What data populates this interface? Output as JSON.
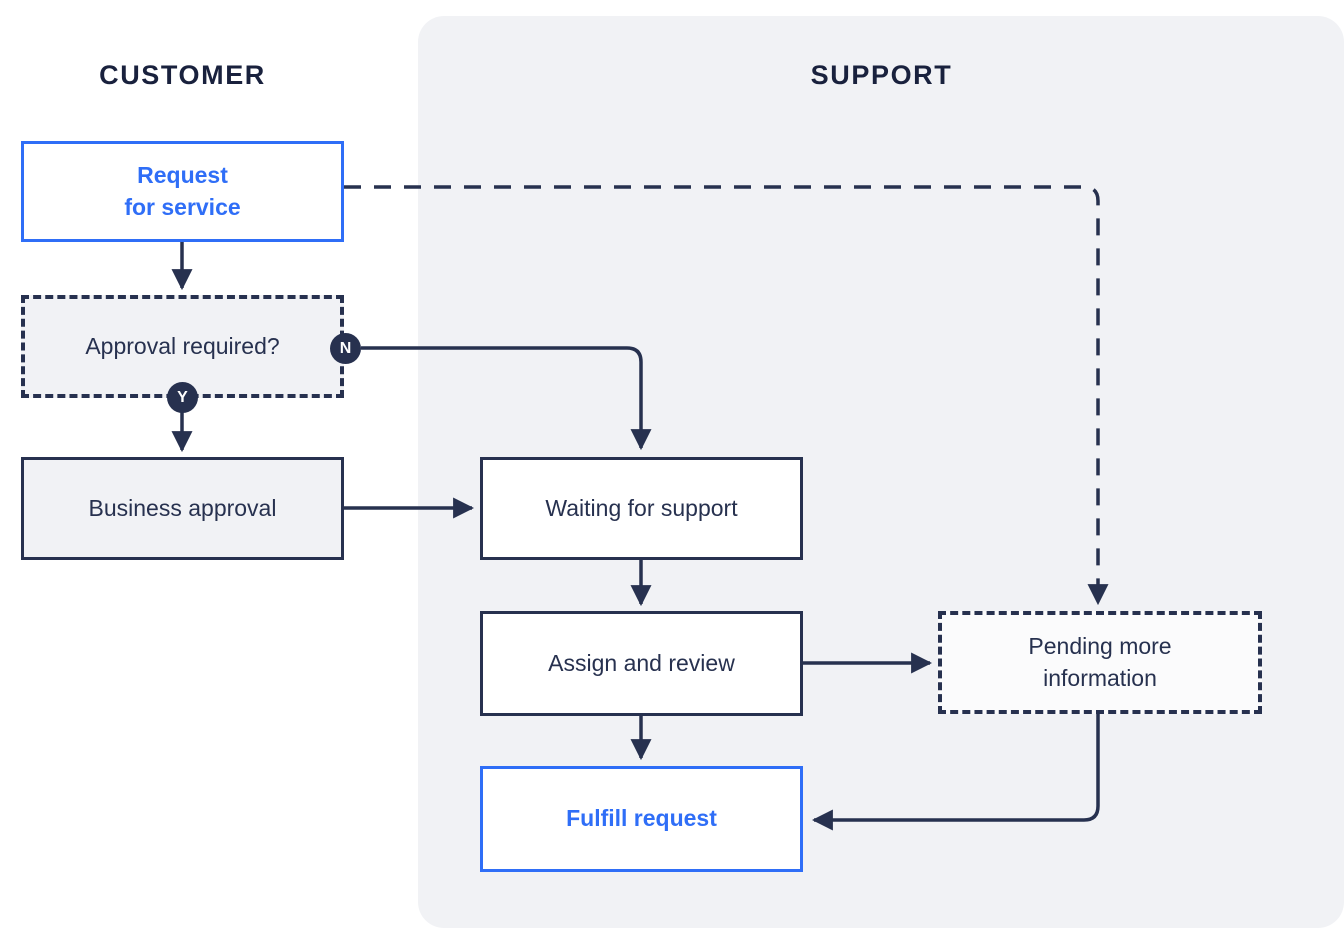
{
  "diagram": {
    "title_hidden": "",
    "background": "#ffffff",
    "panel_background": "#f1f2f5",
    "accent_color": "#2f6ef7",
    "dark_color": "#27314f"
  },
  "lanes": [
    {
      "id": "customer",
      "label": "CUSTOMER"
    },
    {
      "id": "support",
      "label": "SUPPORT"
    }
  ],
  "nodes": [
    {
      "id": "request-for-service",
      "label": "Request\nfor service",
      "line1": "Request",
      "line2": "for service",
      "style": "accent"
    },
    {
      "id": "approval-required",
      "label": "Approval required?",
      "style": "dashed"
    },
    {
      "id": "business-approval",
      "label": "Business approval",
      "style": "solid-fill"
    },
    {
      "id": "waiting-for-support",
      "label": "Waiting for support",
      "style": "solid"
    },
    {
      "id": "assign-and-review",
      "label": "Assign and review",
      "style": "solid"
    },
    {
      "id": "pending-more-information",
      "label": "Pending more\ninformation",
      "line1": "Pending more",
      "line2": "information",
      "style": "dashed-light"
    },
    {
      "id": "fulfill-request",
      "label": "Fulfill request",
      "style": "accent"
    }
  ],
  "badges": [
    {
      "id": "yes-badge",
      "label": "Y"
    },
    {
      "id": "no-badge",
      "label": "N"
    }
  ],
  "edges": [
    {
      "id": "request-to-approval",
      "from": "request-for-service",
      "to": "approval-required",
      "style": "solid"
    },
    {
      "id": "approval-yes-to-business",
      "from": "approval-required",
      "to": "business-approval",
      "label": "Y",
      "style": "solid"
    },
    {
      "id": "approval-no-to-waiting",
      "from": "approval-required",
      "to": "waiting-for-support",
      "label": "N",
      "style": "solid"
    },
    {
      "id": "business-to-waiting",
      "from": "business-approval",
      "to": "waiting-for-support",
      "style": "solid"
    },
    {
      "id": "waiting-to-assign",
      "from": "waiting-for-support",
      "to": "assign-and-review",
      "style": "solid"
    },
    {
      "id": "assign-to-fulfill",
      "from": "assign-and-review",
      "to": "fulfill-request",
      "style": "solid"
    },
    {
      "id": "assign-to-pending",
      "from": "assign-and-review",
      "to": "pending-more-information",
      "style": "solid"
    },
    {
      "id": "request-to-pending",
      "from": "request-for-service",
      "to": "pending-more-information",
      "style": "dashed"
    },
    {
      "id": "pending-to-fulfill",
      "from": "pending-more-information",
      "to": "fulfill-request",
      "style": "solid"
    }
  ]
}
